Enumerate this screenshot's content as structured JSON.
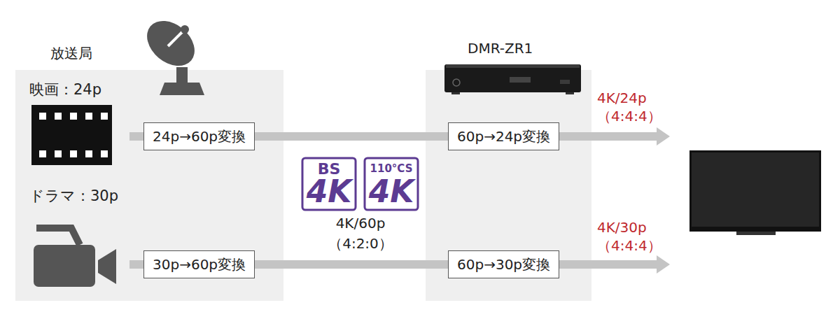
{
  "diagram": {
    "nodes": [
      {
        "text": [
          "放送局"
        ]
      },
      {
        "text": [
          "24p→60p変換"
        ],
        "in": 0
      },
      {
        "text": [
          "30p→60p変換"
        ],
        "in": 0
      },
      {
        "text": [
          "DMR-ZR1"
        ]
      },
      {
        "text": [
          "60p→24p変換"
        ],
        "in": 3
      },
      {
        "text": [
          "60p→30p変換"
        ],
        "in": 3
      }
    ],
    "edges": [
      {
        "from": 1,
        "to": 4,
        "arrow": "none"
      },
      {
        "from": 2,
        "to": 5,
        "arrow": "none"
      }
    ],
    "labels": [
      "映画：24p",
      "ドラマ：30p",
      "BS",
      "4K",
      "110°CS",
      "4K",
      "4K/60p",
      "（4:2:0）",
      "4K/24p",
      "（4:4:4）",
      "4K/30p",
      "（4:4:4）"
    ]
  }
}
